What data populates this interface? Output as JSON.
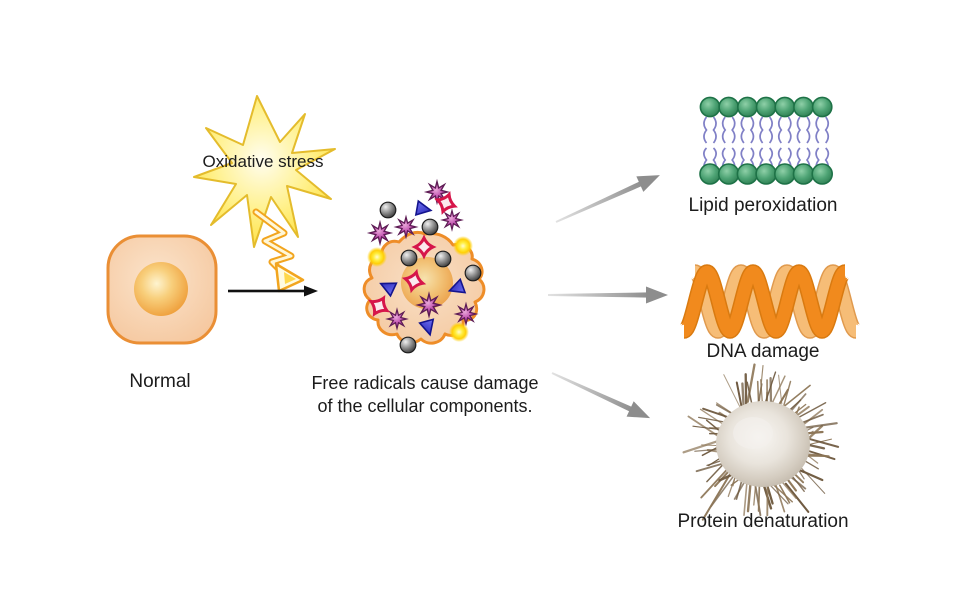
{
  "diagram": {
    "stages": {
      "normal_label": "Normal",
      "stress_label": "Oxidative stress",
      "caption_line1": "Free radicals cause damage",
      "caption_line2": "of the cellular components.",
      "outcome_lipid": "Lipid peroxidation",
      "outcome_dna": "DNA damage",
      "outcome_protein": "Protein denaturation"
    },
    "icons": {
      "normal_cell": "normal-cell-icon",
      "oxidative_stress_burst": "starburst-icon",
      "lightning_bolt": "lightning-bolt-icon",
      "transition_arrow": "black-arrow-icon",
      "damaged_cell": "damaged-cell-icon",
      "free_radical_shapes": [
        "gray-sphere-radical-icon",
        "purple-star-radical-icon",
        "red-diamond-radical-icon",
        "blue-triangle-radical-icon",
        "yellow-glow-radical-icon"
      ],
      "outcome_arrows": [
        "arrow-to-lipid",
        "arrow-to-dna",
        "arrow-to-protein"
      ],
      "lipid_bilayer": "lipid-bilayer-icon",
      "dna_helix": "dna-helix-icon",
      "denatured_protein": "denatured-protein-icon"
    },
    "colors": {
      "background": "#ffffff",
      "text": "#1c1c1c",
      "cell_border": "#ea8f35",
      "cell_fill": "#f5c9a1",
      "nucleus": "#efa13e",
      "star_fill": "#ffdf3a",
      "star_border": "#e4bc2c",
      "black_arrow": "#111111",
      "gray_arrow": "#8f8f8f",
      "lipid_head": "#4da374",
      "lipid_tail": "#8080c6",
      "dna_dark": "#f18a1d",
      "dna_light": "#f6bd77",
      "protein_spike": "#8d7657",
      "protein_body": "#d9d2c7",
      "radical_sphere": "#5a5a5a",
      "radical_star": "#a43a92",
      "radical_diamond": "#d6154a",
      "radical_triangle": "#3333cc",
      "radical_glow": "#ffe52e"
    }
  }
}
